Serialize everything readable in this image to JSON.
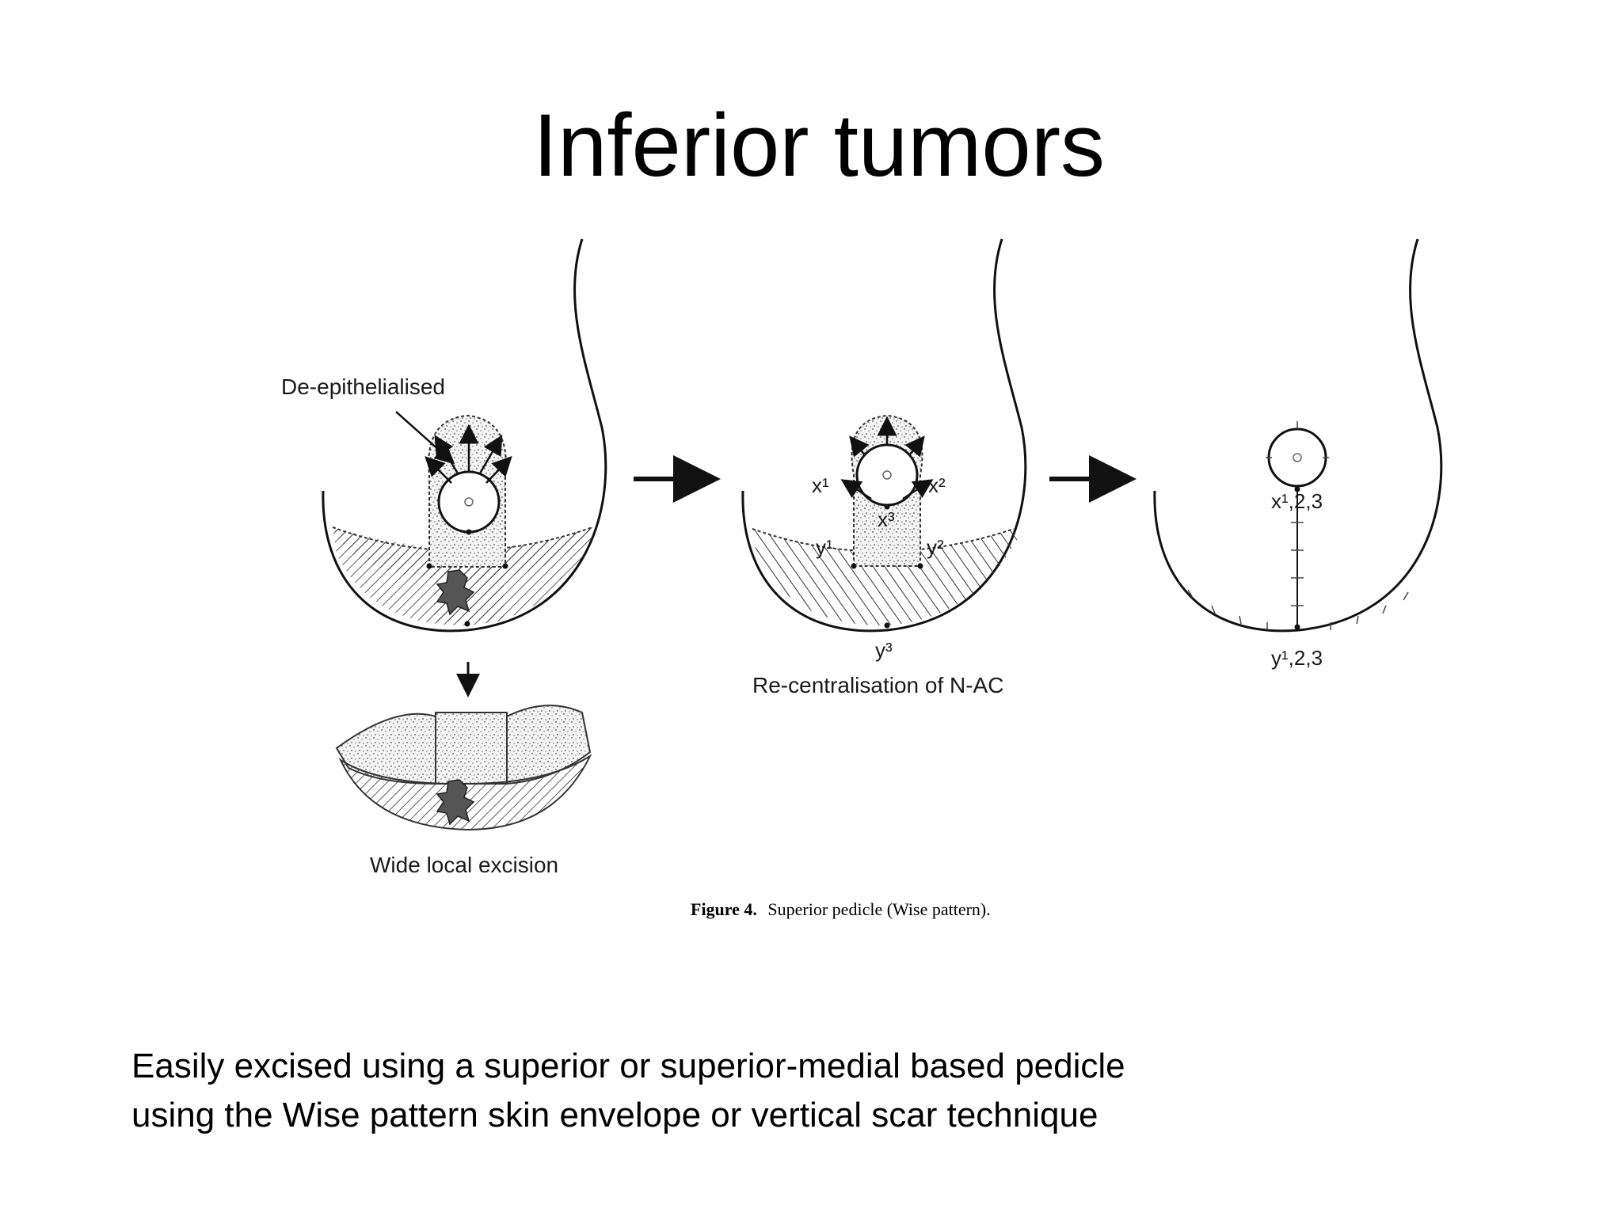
{
  "slide": {
    "title": "Inferior tumors",
    "body_lines": [
      "Easily excised using a superior or superior-medial based pedicle",
      "using the Wise pattern skin envelope or vertical scar technique"
    ]
  },
  "figure": {
    "labels": {
      "de_epithelialised": "De-epithelialised",
      "wide_local_excision": "Wide local excision",
      "re_centralisation": "Re-centralisation of N-AC",
      "x1": "x¹",
      "x2": "x²",
      "x3": "x³",
      "y1": "y¹",
      "y2": "y²",
      "y3": "y³",
      "x123": "x¹,2,3",
      "y123": "y¹,2,3"
    },
    "caption_bold": "Figure 4.",
    "caption_text": "Superior pedicle (Wise pattern)."
  }
}
